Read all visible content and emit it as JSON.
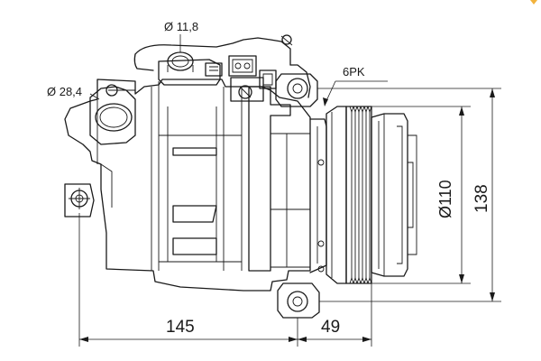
{
  "dimensions": {
    "hose_port_small": "Ø 11,8",
    "hose_port_large": "Ø 28,4",
    "belt_profile": "6PK",
    "pulley_diameter": "Ø110",
    "total_height": "138",
    "body_length": "145",
    "pulley_offset": "49"
  },
  "colors": {
    "line": "#1a1a1a",
    "background": "#ffffff",
    "corner_mark": "#f2b33d"
  }
}
